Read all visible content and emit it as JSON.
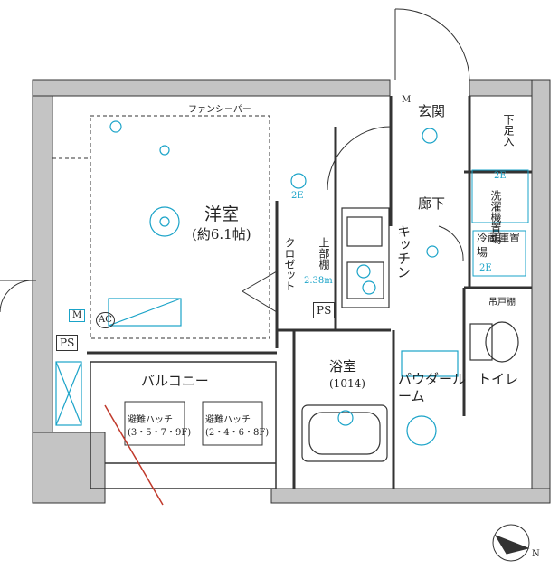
{
  "rooms": {
    "western_room": "洋室",
    "western_room_size": "(約6.1帖)",
    "entrance": "玄関",
    "hallway": "廊下",
    "kitchen": "キッチン",
    "bathroom": "浴室",
    "bathroom_size": "(1014)",
    "powder_room": "パウダールーム",
    "toilet": "トイレ",
    "balcony": "バルコニー",
    "closet": "クロゼット",
    "upper_shelf": "上部棚"
  },
  "fixtures": {
    "fan_heater": "ファンシーパー",
    "shoe_box": "下足入",
    "washer_space": "洗濯機置場",
    "fridge_space": "冷蔵庫置場",
    "hanging_shelf": "吊戸棚",
    "ps_main": "PS",
    "ps_balcony": "PS",
    "meter": "M",
    "meter_hall": "M",
    "aircon": "AC",
    "hatch_1": "避難ハッチ",
    "hatch_1_floors": "(3・5・7・9F)",
    "hatch_2": "避難ハッチ",
    "hatch_2_floors": "(2・4・6・8F)",
    "kitchen_ceiling": "2.38m",
    "code_2": "2E",
    "code_2b": "2E",
    "code_2c": "2E"
  },
  "colors": {
    "wall": "#c4c4c4",
    "wall_stroke": "#333333",
    "fixture": "#1aa3c8",
    "red_line": "#c0392b"
  },
  "compass": {
    "label": "N"
  }
}
